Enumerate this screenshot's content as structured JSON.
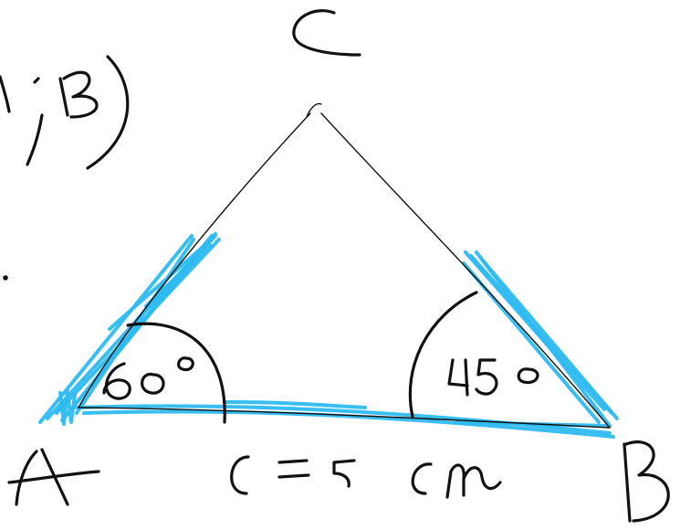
{
  "diagram": {
    "vertices": {
      "a": "A",
      "b": "B",
      "c": "C"
    },
    "angle_a": "60°",
    "angle_b": "45°",
    "side_c": "c = 5 cm",
    "margin_note": "(A ; B)",
    "colors": {
      "ink": "#111111",
      "highlight": "#2ebbf0",
      "background": "#ffffff"
    }
  }
}
